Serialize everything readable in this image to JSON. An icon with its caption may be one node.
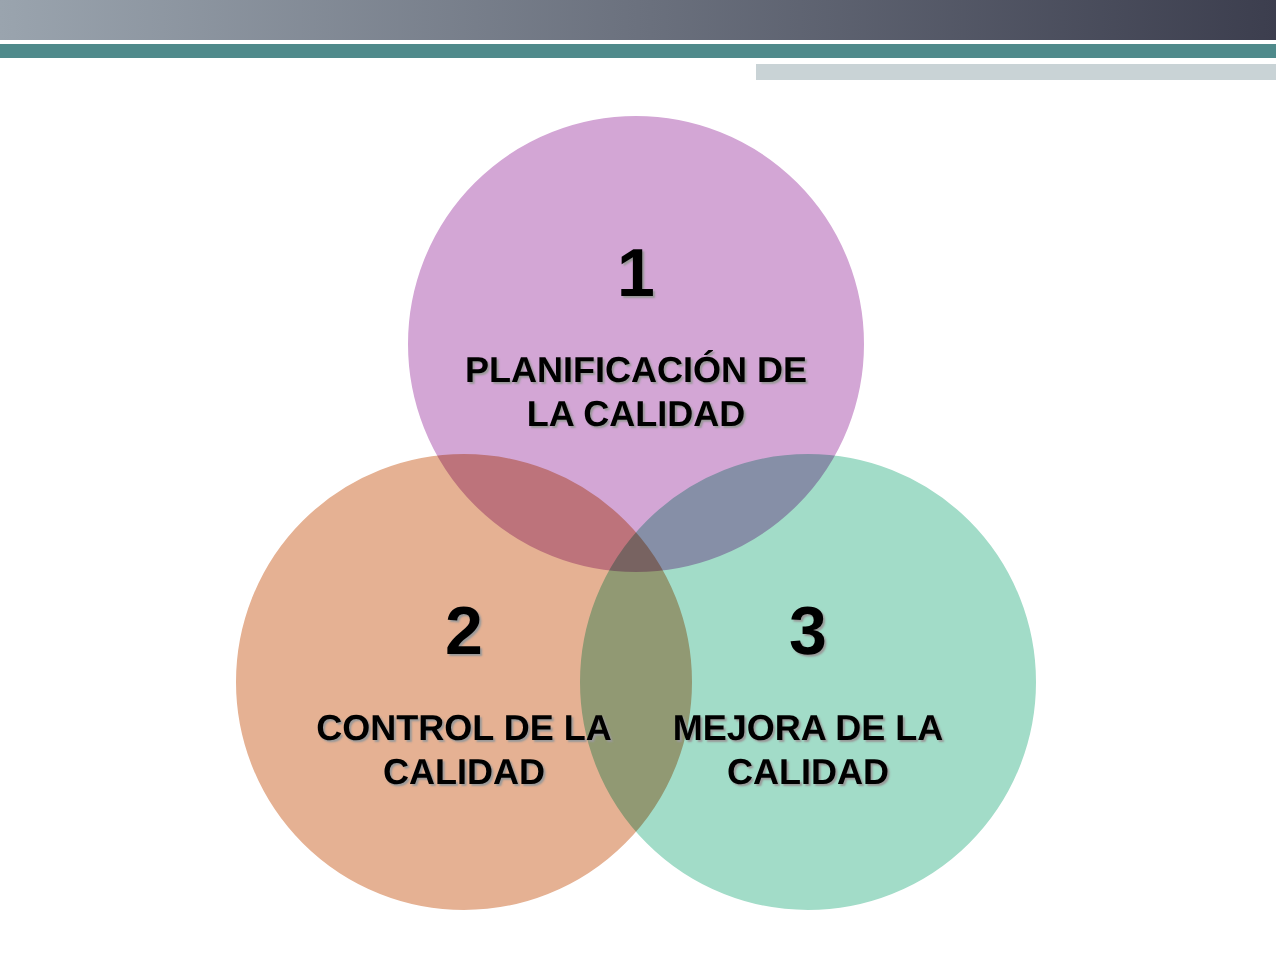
{
  "diagram": {
    "nodes": [
      {
        "text": [
          "1",
          "PLANIFICACIÓN DE LA CALIDAD"
        ]
      },
      {
        "text": [
          "2",
          "CONTROL DE LA CALIDAD"
        ]
      },
      {
        "text": [
          "3",
          "MEJORA DE LA CALIDAD"
        ]
      }
    ]
  }
}
